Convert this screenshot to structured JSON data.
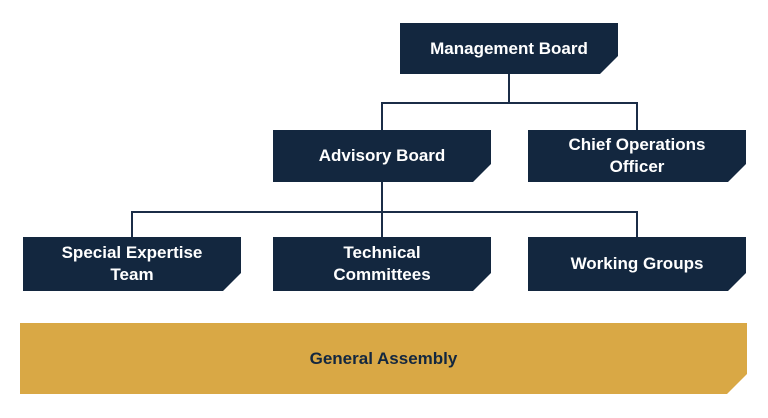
{
  "diagram": {
    "type": "organizational-chart",
    "colors": {
      "navy": "#13273F",
      "gold": "#D9A845",
      "connector_line": "#1B2D47",
      "text_on_navy": "#FFFFFF"
    },
    "nodes": {
      "management_board": {
        "label": "Management Board",
        "level": 1
      },
      "advisory_board": {
        "label": "Advisory Board",
        "level": 2
      },
      "chief_operations_officer": {
        "label": "Chief Operations\nOfficer",
        "level": 2
      },
      "special_expertise_team": {
        "label": "Special Expertise\nTeam",
        "level": 3
      },
      "technical_committees": {
        "label": "Technical\nCommittees",
        "level": 3
      },
      "working_groups": {
        "label": "Working Groups",
        "level": 3
      },
      "general_assembly": {
        "label": "General Assembly",
        "level": 4
      }
    },
    "edges": [
      {
        "from": "Management Board",
        "to": "Advisory Board"
      },
      {
        "from": "Management Board",
        "to": "Chief Operations Officer"
      },
      {
        "from": "Advisory Board",
        "to": "Special Expertise Team"
      },
      {
        "from": "Advisory Board",
        "to": "Technical Committees"
      },
      {
        "from": "Advisory Board",
        "to": "Working Groups"
      }
    ]
  }
}
